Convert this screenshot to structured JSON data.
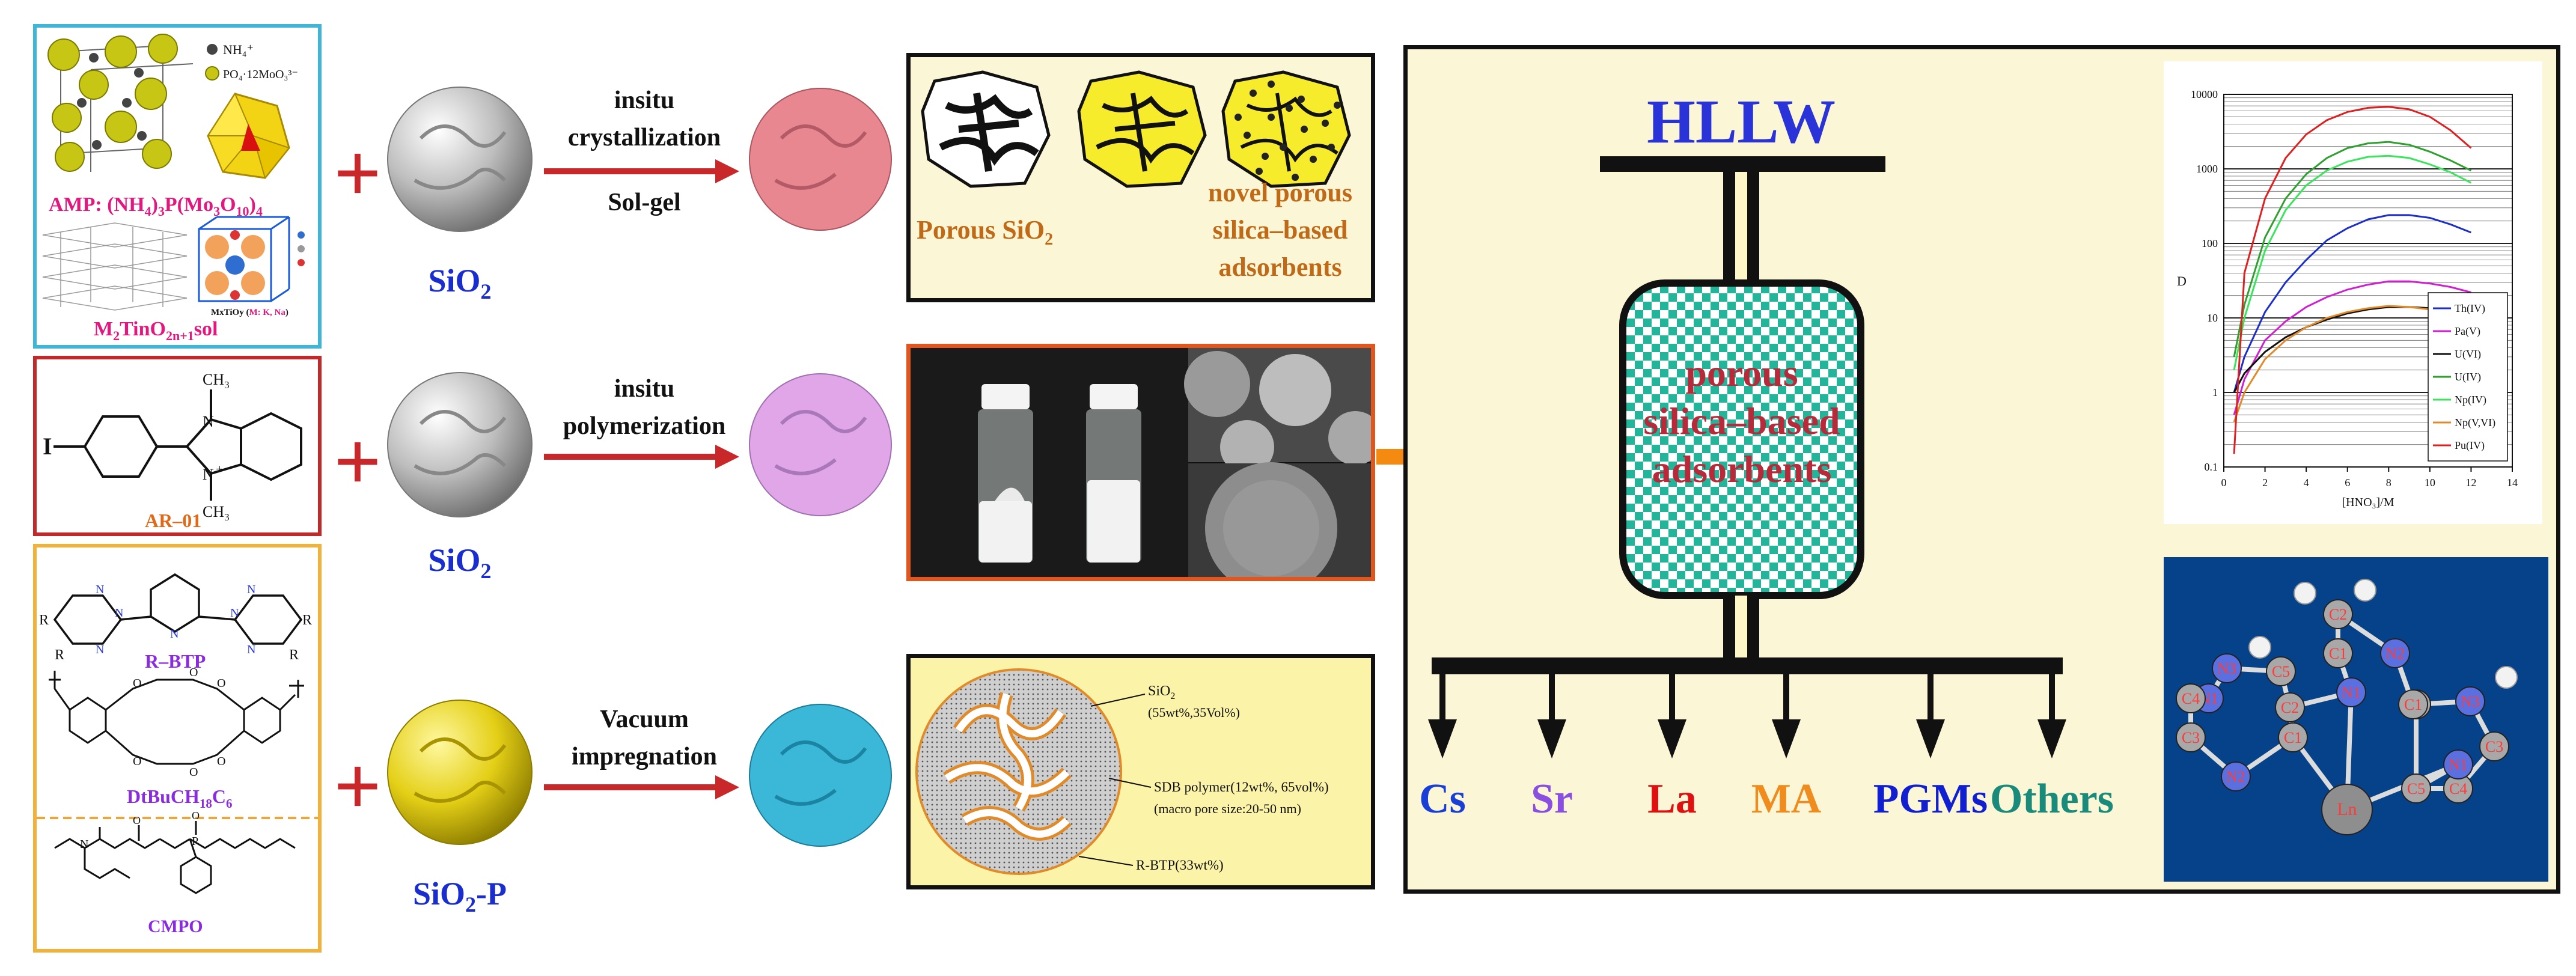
{
  "left_panels": {
    "amp": {
      "title_prefix": "AMP: (NH",
      "title_sub1": "4",
      "title_mid1": ")",
      "title_sub2": "3",
      "title_mid2": "P(Mo",
      "title_sub3": "3",
      "title_mid3": "O",
      "title_sub4": "10",
      "title_mid4": ")",
      "title_sub5": "4",
      "legend_a": "NH₄⁺",
      "legend_b": "PO₄·12MoO₃³⁻",
      "crystal_caption_prefix": "MxTiOy (",
      "crystal_caption_mk": "M: K, Na",
      "crystal_caption_suffix": ")",
      "sol_prefix": "M",
      "sol_sub1": "2",
      "sol_mid": "TinO",
      "sol_sub2": "2n+1",
      "sol_suffix": "sol"
    },
    "ar01": {
      "label": "AR–01",
      "methyl_top": "CH",
      "methyl_top_sub": "3",
      "methyl_bot": "CH",
      "methyl_bot_sub": "3",
      "n_top": "N",
      "n_bot": "N",
      "plus": "+",
      "iodo": "I"
    },
    "extractants": {
      "rbtp": "R–BTP",
      "r_label": "R",
      "n_label": "N",
      "crown_prefix": "DtBuCH",
      "crown_sub1": "18",
      "crown_mid": "C",
      "crown_sub2": "6",
      "o_label": "O",
      "cmpo": "CMPO",
      "p_label": "P"
    }
  },
  "rows": [
    {
      "plus": "+",
      "support": "SiO",
      "support_sub": "2",
      "support_suffix": "",
      "method_line1": "insitu",
      "method_line2": "crystallization",
      "method_line3": "Sol-gel",
      "sphere_color": "#e8878f"
    },
    {
      "plus": "+",
      "support": "SiO",
      "support_sub": "2",
      "support_suffix": "",
      "method_line1": "insitu",
      "method_line2": "polymerization",
      "method_line3": "",
      "sphere_color": "#e0a6e8"
    },
    {
      "plus": "+",
      "support": "SiO",
      "support_sub": "2",
      "support_suffix": "-P",
      "method_line1": "Vacuum",
      "method_line2": "impregnation",
      "method_line3": "",
      "sphere_color": "#3bb8d8"
    }
  ],
  "porous_box": {
    "left_label": "Porous SiO",
    "left_sub": "2",
    "right_line1": "novel porous",
    "right_line2": "silica–based",
    "right_line3": "adsorbents"
  },
  "composite_box": {
    "sio2_label": "SiO",
    "sio2_sub": "2",
    "sio2_detail": "(55wt%,35Vol%)",
    "sdb_label": "SDB polymer(12wt%, 65vol%)",
    "sdb_detail": "(macro pore size:20-50 nm)",
    "rbtp_label": "R-BTP(33wt%)"
  },
  "hllw": {
    "title": "HLLW",
    "column_line1": "porous",
    "column_line2": "silica–based",
    "column_line3": "adsorbents",
    "outputs": [
      {
        "label": "Cs",
        "color": "#1a3fd6"
      },
      {
        "label": "Sr",
        "color": "#8a4fe0"
      },
      {
        "label": "La",
        "color": "#e01010"
      },
      {
        "label": "MA",
        "color": "#f08c1e"
      },
      {
        "label": "PGMs",
        "color": "#1020d0"
      },
      {
        "label": "Others",
        "color": "#1a8a7a"
      }
    ]
  },
  "chart_data": {
    "type": "line",
    "title": "",
    "xlabel": "[HNO₃]/M",
    "ylabel": "D",
    "xlim": [
      0,
      14
    ],
    "ylim": [
      0.1,
      10000
    ],
    "yscale": "log",
    "xticks": [
      "0",
      "2",
      "4",
      "6",
      "8",
      "10",
      "12",
      "14"
    ],
    "yticks": [
      "0.1",
      "1",
      "10",
      "100",
      "1000",
      "10000"
    ],
    "grid": true,
    "legend_position": "lower-right",
    "series": [
      {
        "name": "Th(IV)",
        "color": "#1c2fc8",
        "x": [
          0.5,
          1,
          2,
          3,
          4,
          5,
          6,
          7,
          8,
          9,
          10,
          11,
          12
        ],
        "y": [
          1,
          3,
          12,
          30,
          60,
          110,
          160,
          210,
          240,
          240,
          220,
          180,
          140
        ]
      },
      {
        "name": "Pa(V)",
        "color": "#d01fd0",
        "x": [
          0.5,
          1,
          2,
          3,
          4,
          5,
          6,
          7,
          8,
          9,
          10,
          11,
          12
        ],
        "y": [
          0.5,
          1.5,
          5,
          9,
          14,
          19,
          24,
          28,
          31,
          31,
          29,
          26,
          22
        ]
      },
      {
        "name": "U(VI)",
        "color": "#111111",
        "x": [
          0.5,
          1,
          2,
          3,
          4,
          5,
          6,
          7,
          8,
          9,
          10,
          11,
          12
        ],
        "y": [
          1,
          1.8,
          3.5,
          5.5,
          7.5,
          9.5,
          11.5,
          13,
          14,
          14,
          13.5,
          12.5,
          11
        ]
      },
      {
        "name": "U(IV)",
        "color": "#2ea02e",
        "x": [
          0.5,
          1,
          2,
          3,
          4,
          5,
          6,
          7,
          8,
          9,
          10,
          11,
          12
        ],
        "y": [
          3,
          15,
          120,
          400,
          850,
          1400,
          1900,
          2200,
          2300,
          2100,
          1700,
          1300,
          950
        ]
      },
      {
        "name": "Np(IV)",
        "color": "#39e55a",
        "x": [
          0.5,
          1,
          2,
          3,
          4,
          5,
          6,
          7,
          8,
          9,
          10,
          11,
          12
        ],
        "y": [
          2,
          10,
          80,
          280,
          600,
          950,
          1250,
          1450,
          1500,
          1400,
          1150,
          900,
          650
        ]
      },
      {
        "name": "Np(V,VI)",
        "color": "#e08a2a",
        "x": [
          0.5,
          1,
          2,
          3,
          4,
          5,
          6,
          7,
          8,
          9,
          10,
          11,
          12
        ],
        "y": [
          0.4,
          1,
          2.8,
          5,
          7.5,
          10,
          12,
          13.5,
          14.5,
          14,
          13,
          11.5,
          10
        ]
      },
      {
        "name": "Pu(IV)",
        "color": "#e02020",
        "x": [
          0.5,
          1,
          2,
          3,
          4,
          5,
          6,
          7,
          8,
          9,
          10,
          11,
          12
        ],
        "y": [
          0.15,
          40,
          400,
          1400,
          2900,
          4500,
          5800,
          6600,
          6800,
          6300,
          5000,
          3300,
          1900
        ]
      }
    ]
  },
  "complex": {
    "atoms": [
      "N1",
      "N2",
      "N3",
      "C1",
      "C2",
      "C3",
      "C4",
      "C5",
      "N1",
      "C1",
      "N2",
      "C2",
      "N3",
      "C3",
      "C4",
      "C5",
      "C1",
      "N1",
      "C2",
      "Ln"
    ]
  }
}
